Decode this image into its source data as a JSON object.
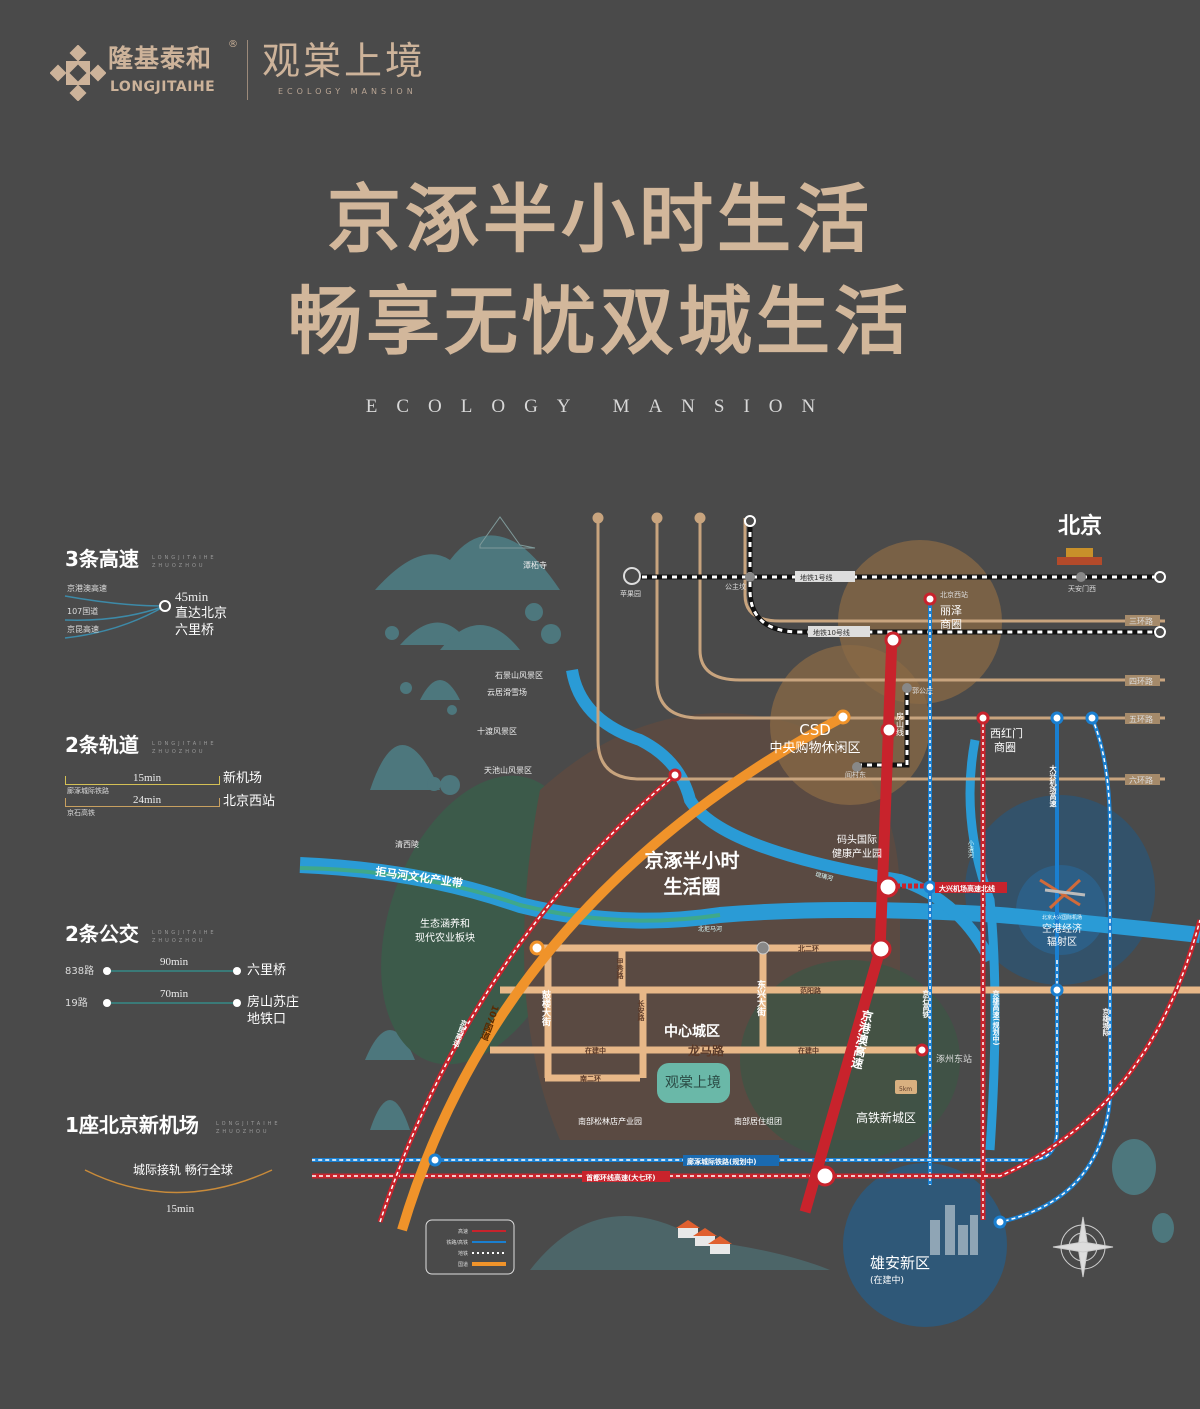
{
  "brand": {
    "name_cn": "隆基泰和",
    "name_en": "LONGJITAIHE",
    "registered": "®",
    "project_cn": "观棠上境",
    "project_en": "ECOLOGY MANSION"
  },
  "headline": {
    "line1": "京涿半小时生活",
    "line2": "畅享无忧双城生活",
    "subtitle": "ECOLOGY MANSION"
  },
  "legend_sections": {
    "en_tag1": "LONGJITAIHE",
    "en_tag2": "ZHUOZHOU",
    "highways": {
      "title": "3条高速",
      "roads": [
        "京港澳高速",
        "107国道",
        "京昆高速"
      ],
      "time": "45min",
      "dest_line1": "直达北京",
      "dest_line2": "六里桥"
    },
    "rails": {
      "title": "2条轨道",
      "items": [
        {
          "name": "廊涿城际铁路",
          "time": "15min",
          "dest": "新机场"
        },
        {
          "name": "京石高铁",
          "time": "24min",
          "dest": "北京西站"
        }
      ]
    },
    "buses": {
      "title": "2条公交",
      "items": [
        {
          "name": "838路",
          "time": "90min",
          "dest": "六里桥"
        },
        {
          "name": "19路",
          "time": "70min",
          "dest_line1": "房山苏庄",
          "dest_line2": "地铁口"
        }
      ]
    },
    "airport": {
      "title": "1座北京新机场",
      "slogan": "城际接轨 畅行全球",
      "time": "15min"
    }
  },
  "map": {
    "city": "北京",
    "rings": [
      "三环路",
      "四环路",
      "五环路",
      "六环路"
    ],
    "subway": [
      "地铁1号线",
      "地铁10号线",
      "房山线"
    ],
    "stations": [
      "苹果园",
      "公主坟",
      "天安门西",
      "北京西站",
      "郭公庄",
      "阎村东",
      "涿州东站"
    ],
    "districts": {
      "lize_1": "丽泽",
      "lize_2": "商圈",
      "xihongmen_1": "西红门",
      "xihongmen_2": "商圈",
      "csd": "CSD",
      "csd_sub": "中央购物休闲区",
      "matou_1": "码头国际",
      "matou_2": "健康产业园",
      "circle_1": "京涿半小时",
      "circle_2": "生活圈",
      "eco_1": "生态涵养和",
      "eco_2": "现代农业板块",
      "juma": "拒马河文化产业带",
      "center": "中心城区",
      "gaotie": "高铁新城区",
      "nanbu_pine": "南部松林店产业园",
      "nanbu_res": "南部居住组团",
      "airport_1": "空港经济",
      "airport_2": "辐射区",
      "airport_name": "北京大兴国际机场",
      "xiongan": "雄安新区",
      "xiongan_sub": "(在建中)"
    },
    "scenic": [
      "潭柘寺",
      "石景山风景区",
      "云居滑雪场",
      "十渡风景区",
      "天池山风景区",
      "清西陵"
    ],
    "local_roads": [
      "北二环",
      "范阳路",
      "龙马路",
      "南二环",
      "鼓楼大街",
      "甲秀路",
      "长安路",
      "东兴大街",
      "在建中",
      "在建中"
    ],
    "rivers": [
      "北拒马河",
      "琉璃河",
      "小清河"
    ],
    "highways": [
      "京港澳高速",
      "京昆高速",
      "107国道",
      "大兴机场高速北线",
      "京雄高速(规划中)",
      "京石高铁",
      "京雄城际",
      "大兴机场高速",
      "廊涿城际铁路(规划中)",
      "首都环线高速(大七环)"
    ],
    "project_label": "观棠上境",
    "distance": "5km",
    "legend": [
      {
        "label": "高速",
        "color": "#c8232c"
      },
      {
        "label": "铁路/高铁",
        "color": "#1a7fd0"
      },
      {
        "label": "地铁",
        "color": "#ffffff"
      },
      {
        "label": "国道",
        "color": "#f0932a"
      }
    ]
  },
  "colors": {
    "bg": "#4a4a4a",
    "gold": "#d2b79b",
    "road": "#c8a47e",
    "red": "#c8232c",
    "blue": "#1a7fd0",
    "orange": "#f0932a",
    "river": "#2a9bd6"
  }
}
